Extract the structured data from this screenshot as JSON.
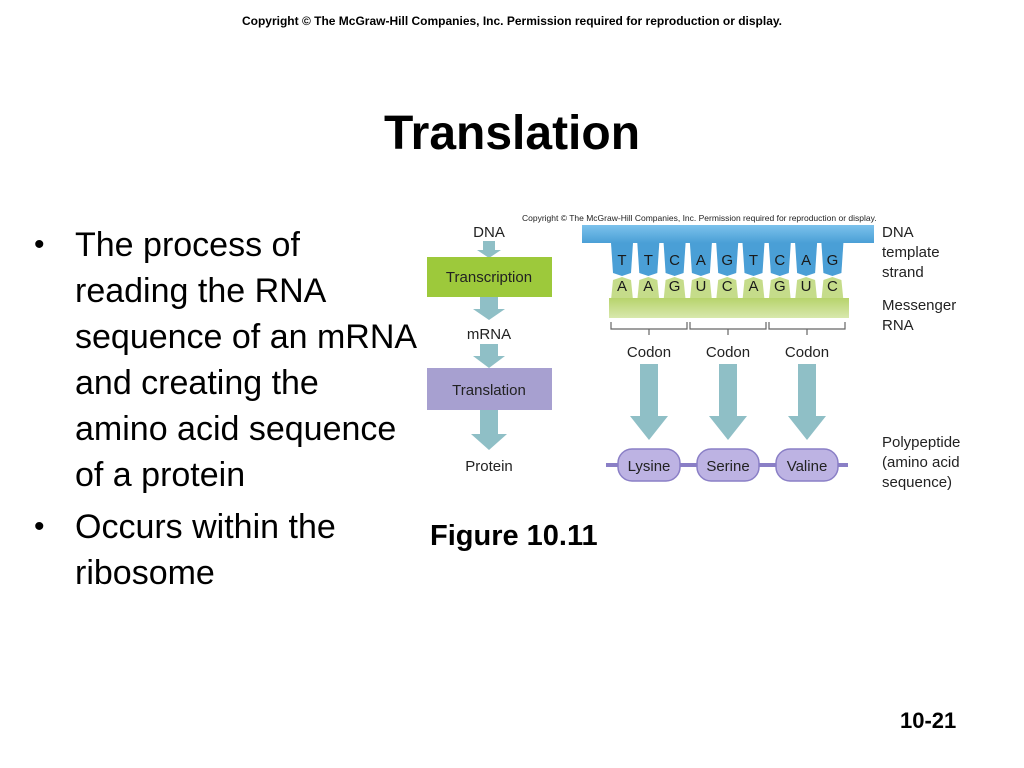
{
  "header": {
    "copyright": "Copyright  © The McGraw-Hill Companies, Inc.  Permission required for reproduction or display."
  },
  "slide": {
    "title": "Translation",
    "bullets": [
      "The process of reading the RNA sequence of an mRNA and creating  the amino acid sequence of a protein",
      "Occurs within the ribosome"
    ],
    "figure_caption": "Figure 10.11",
    "slide_number": "10-21"
  },
  "figure": {
    "copyright": "Copyright © The McGraw-Hill Companies, Inc. Permission required for reproduction or display.",
    "flow": {
      "dna": "DNA",
      "transcription": "Transcription",
      "mrna": "mRNA",
      "translation": "Translation",
      "protein": "Protein"
    },
    "dna_bases": [
      "T",
      "T",
      "C",
      "A",
      "G",
      "T",
      "C",
      "A",
      "G"
    ],
    "rna_bases": [
      "A",
      "A",
      "G",
      "U",
      "C",
      "A",
      "G",
      "U",
      "C"
    ],
    "codon_label": "Codon",
    "amino_acids": [
      "Lysine",
      "Serine",
      "Valine"
    ],
    "labels": {
      "dna_template_1": "DNA",
      "dna_template_2": "template",
      "dna_template_3": "strand",
      "messenger_1": "Messenger",
      "messenger_2": "RNA",
      "polypeptide_1": "Polypeptide",
      "polypeptide_2": "(amino acid",
      "polypeptide_3": "sequence)"
    },
    "colors": {
      "dna_strand": "#5aaee0",
      "mrna_strand": "#c5dc8a",
      "transcription_box": "#9dc93b",
      "translation_box": "#a7a0d0",
      "arrow": "#8fbfc6",
      "amino_acid": "#bdb3e3"
    }
  }
}
